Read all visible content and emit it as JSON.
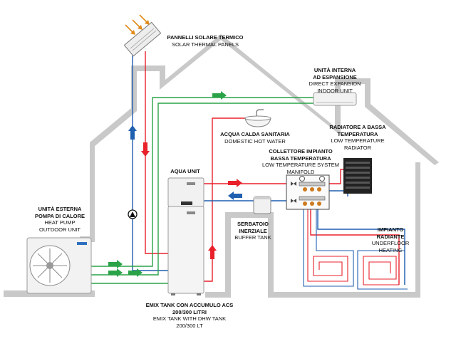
{
  "labels": {
    "solar": {
      "it": "PANNELLI SOLARE TERMICO",
      "en": "SOLAR THERMAL PANELS"
    },
    "indoor_unit": {
      "it1": "UNITÀ INTERNA",
      "it2": "AD ESPANSIONE",
      "en1": "DIRECT EXPANSION",
      "en2": "INDOOR UNIT"
    },
    "dhw": {
      "it": "ACQUA CALDA SANITARIA",
      "en": "DOMESTIC HOT WATER"
    },
    "radiator": {
      "it1": "RADIATORE A BASSA",
      "it2": "TEMPERATURA",
      "en1": "LOW TEMPERATURE",
      "en2": "RADIATOR"
    },
    "manifold": {
      "it1": "COLLETTORE IMPIANTO",
      "it2": "BASSA TEMPERATURA",
      "en1": "LOW TEMPERATURE SYSTEM",
      "en2": "MANIFOLD"
    },
    "aqua_unit": {
      "text": "AQUA UNIT"
    },
    "outdoor": {
      "it1": "UNITÀ ESTERNA",
      "it2": "POMPA DI CALORE",
      "en1": "HEAT PUMP",
      "en2": "OUTDOOR UNIT"
    },
    "buffer": {
      "it1": "SERBATOIO",
      "it2": "INERZIALE",
      "en": "BUFFER TANK"
    },
    "underfloor": {
      "it1": "IMPIANTO",
      "it2": "RADIANTE",
      "en1": "UNDERFLOOR",
      "en2": "HEATING"
    },
    "tank": {
      "it1": "EMIX TANK CON ACCUMULO ACS",
      "it2": "200/300 LITRI",
      "en1": "EMIX TANK WITH DHW TANK",
      "en2": "200/300 LT"
    }
  },
  "colors": {
    "hot": "#e8212b",
    "cold": "#1f5fb0",
    "green": "#2aa348",
    "house": "#c9c9c9",
    "wall": "#b9b9b9"
  }
}
